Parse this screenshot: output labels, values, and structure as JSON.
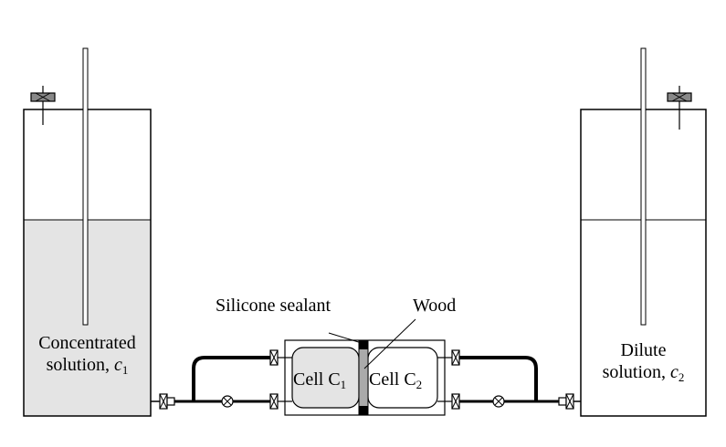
{
  "labels": {
    "silicone_sealant": "Silicone sealant",
    "wood": "Wood",
    "left_tank_line1": "Concentrated",
    "left_tank_line2_prefix": "solution, ",
    "left_tank_var": "c",
    "left_tank_sub": "1",
    "right_tank_line1": "Dilute",
    "right_tank_line2_prefix": "solution, ",
    "right_tank_var": "c",
    "right_tank_sub": "2",
    "cell1_prefix": "Cell C",
    "cell1_sub": "1",
    "cell2_prefix": "Cell C",
    "cell2_sub": "2"
  },
  "colors": {
    "liquid_fill": "#e4e4e4",
    "cell_fill": "#f3f3f3",
    "line": "#000000",
    "wood_fill": "#aaaaaa",
    "sealant_fill": "#000000"
  }
}
